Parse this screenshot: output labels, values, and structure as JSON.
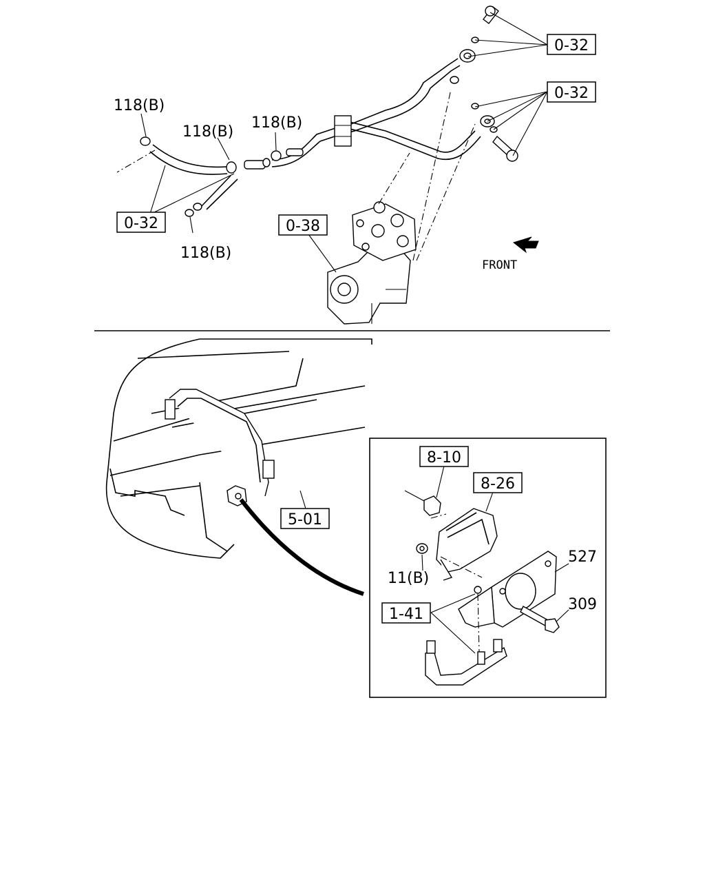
{
  "callouts": {
    "hose_clamp_a": "118(B)",
    "hose_clamp_b": "118(B)",
    "hose_clamp_c": "118(B)",
    "hose_clamp_d": "118(B)",
    "ref_0_32_top": "0-32",
    "ref_0_32_mid": "0-32",
    "ref_0_32_left": "0-32",
    "ref_0_38": "0-38",
    "ref_5_01": "5-01",
    "ref_8_10": "8-10",
    "ref_8_26": "8-26",
    "ref_1_41": "1-41",
    "part_527": "527",
    "part_309": "309",
    "nut_11b": "11(B)"
  },
  "direction": {
    "front_label": "FRONT",
    "arrow_icon": "front-arrow-icon"
  }
}
